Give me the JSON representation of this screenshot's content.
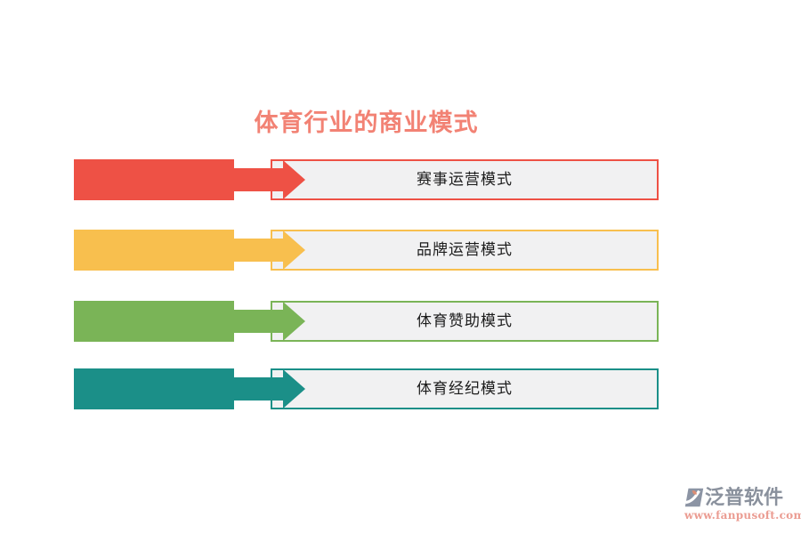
{
  "title": {
    "text": "体育行业的商业模式",
    "color": "#f28274"
  },
  "diagram": {
    "box_bg": "#f1f1f2",
    "text_color": "#1c1c1c",
    "rows": [
      {
        "label": "赛事运营模式",
        "color": "#ee5145"
      },
      {
        "label": "品牌运营模式",
        "color": "#f8bf4e"
      },
      {
        "label": "体育赞助模式",
        "color": "#7ab457"
      },
      {
        "label": "体育经纪模式",
        "color": "#1b8f88"
      }
    ]
  },
  "footer": {
    "brand": "泛普软件",
    "url": "www.fanpusoft.com",
    "brand_color": "#8a919d",
    "url_color": "#eb9c92",
    "logo_gray": "#8c94a4",
    "logo_accent": "#dd8d74"
  }
}
